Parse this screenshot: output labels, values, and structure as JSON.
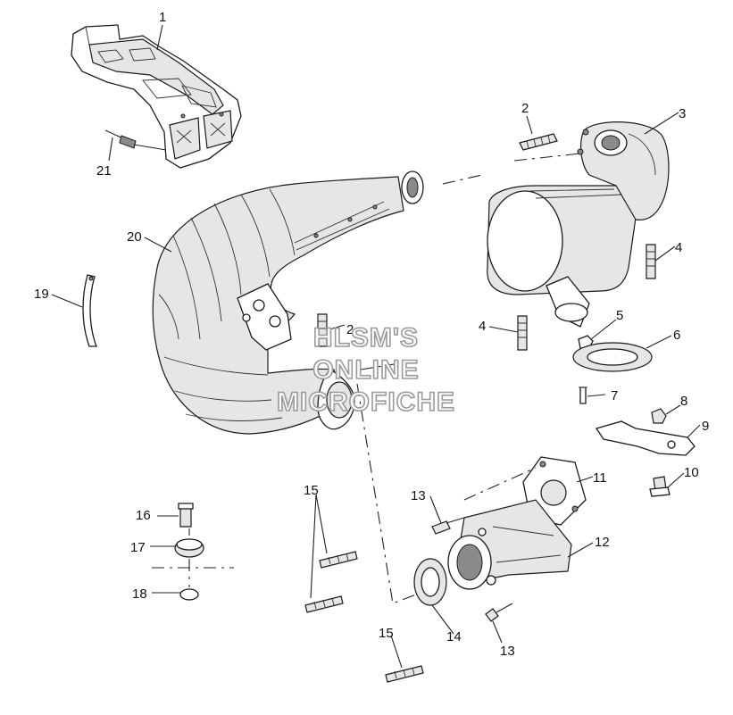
{
  "diagram": {
    "labels": [
      {
        "id": "l1",
        "text": "1"
      },
      {
        "id": "l2a",
        "text": "2"
      },
      {
        "id": "l2b",
        "text": "2"
      },
      {
        "id": "l3",
        "text": "3"
      },
      {
        "id": "l4a",
        "text": "4"
      },
      {
        "id": "l4b",
        "text": "4"
      },
      {
        "id": "l5",
        "text": "5"
      },
      {
        "id": "l6",
        "text": "6"
      },
      {
        "id": "l7",
        "text": "7"
      },
      {
        "id": "l8",
        "text": "8"
      },
      {
        "id": "l9",
        "text": "9"
      },
      {
        "id": "l10",
        "text": "10"
      },
      {
        "id": "l11",
        "text": "11"
      },
      {
        "id": "l12",
        "text": "12"
      },
      {
        "id": "l13a",
        "text": "13"
      },
      {
        "id": "l13b",
        "text": "13"
      },
      {
        "id": "l14",
        "text": "14"
      },
      {
        "id": "l15a",
        "text": "15"
      },
      {
        "id": "l15b",
        "text": "15"
      },
      {
        "id": "l16",
        "text": "16"
      },
      {
        "id": "l17",
        "text": "17"
      },
      {
        "id": "l18",
        "text": "18"
      },
      {
        "id": "l19",
        "text": "19"
      },
      {
        "id": "l20",
        "text": "20"
      },
      {
        "id": "l21",
        "text": "21"
      }
    ],
    "watermark": [
      "HLSM'S",
      "ONLINE",
      "MICROFICHE"
    ]
  }
}
